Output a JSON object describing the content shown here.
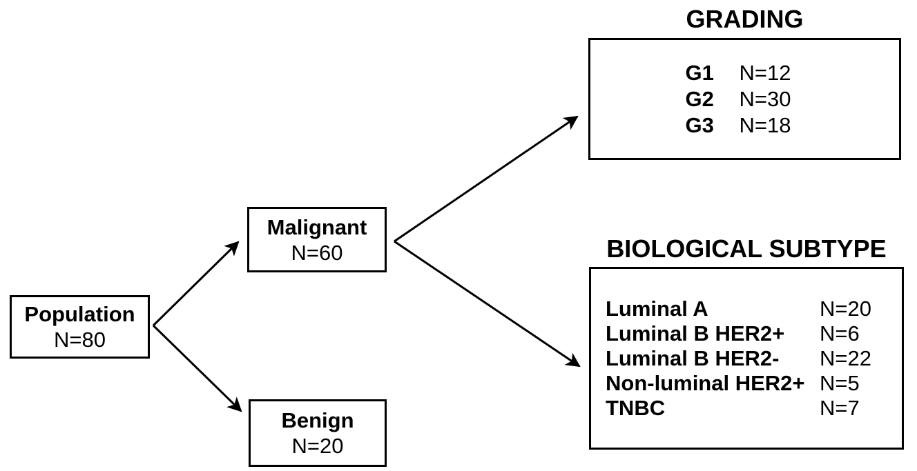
{
  "diagram": {
    "background_color": "#ffffff",
    "line_color": "#000000",
    "nodes": {
      "population": {
        "label": "Population",
        "count": "N=80"
      },
      "malignant": {
        "label": "Malignant",
        "count": "N=60"
      },
      "benign": {
        "label": "Benign",
        "count": "N=20"
      }
    },
    "panels": {
      "grading": {
        "title": "GRADING",
        "rows": [
          {
            "label": "G1",
            "count": "N=12"
          },
          {
            "label": "G2",
            "count": "N=30"
          },
          {
            "label": "G3",
            "count": "N=18"
          }
        ]
      },
      "biological_subtype": {
        "title": "BIOLOGICAL SUBTYPE",
        "rows": [
          {
            "label": "Luminal A",
            "count": "N=20"
          },
          {
            "label": "Luminal B HER2+",
            "count": "N=6"
          },
          {
            "label": "Luminal B HER2-",
            "count": "N=22"
          },
          {
            "label": "Non-luminal HER2+",
            "count": "N=5"
          },
          {
            "label": "TNBC",
            "count": "N=7"
          }
        ]
      }
    },
    "edges": [
      {
        "from": "population",
        "to": "malignant"
      },
      {
        "from": "population",
        "to": "benign"
      },
      {
        "from": "malignant",
        "to": "grading"
      },
      {
        "from": "malignant",
        "to": "biological_subtype"
      }
    ]
  }
}
